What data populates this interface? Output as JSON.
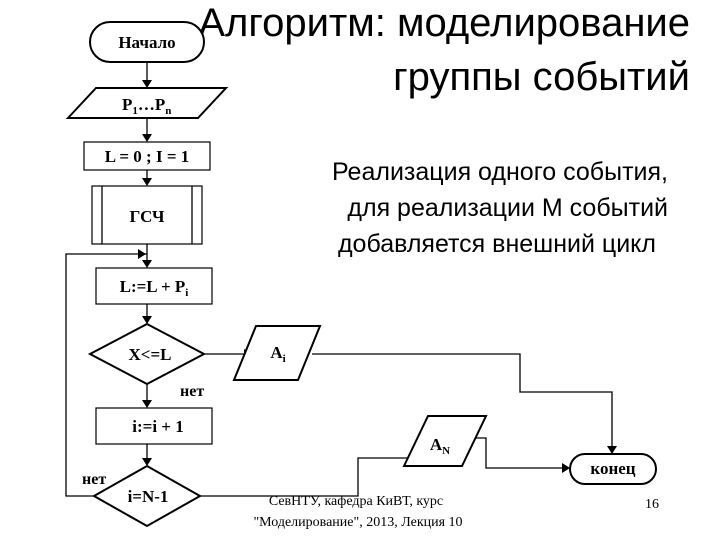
{
  "title": {
    "line1": "Алгоритм: моделирование",
    "line2": "группы событий"
  },
  "note": {
    "line1": "Реализация одного события,",
    "line2": "для реализации M событий",
    "line3": "добавляется внешний цикл"
  },
  "nodes": {
    "start": "Начало",
    "input_main": "P",
    "input_sub1": "1",
    "input_mid": "…P",
    "input_sub2": "n",
    "init": "L = 0 ; I = 1",
    "rng": "ГСЧ",
    "accum_main": "L:=L + P",
    "accum_sub": "i",
    "cond1": "X<=L",
    "out_ai_main": "A",
    "out_ai_sub": "i",
    "incr": "i:=i + 1",
    "cond2": "i=N-1",
    "out_an_main": "A",
    "out_an_sub": "N",
    "end": "конец"
  },
  "edge_labels": {
    "no1": "нет",
    "no2": "нет"
  },
  "footer": {
    "line1": "СевНТУ, кафедра КиВТ, курс",
    "line2": "\"Моделирование\", 2013, Лекция 10",
    "page": "16"
  }
}
